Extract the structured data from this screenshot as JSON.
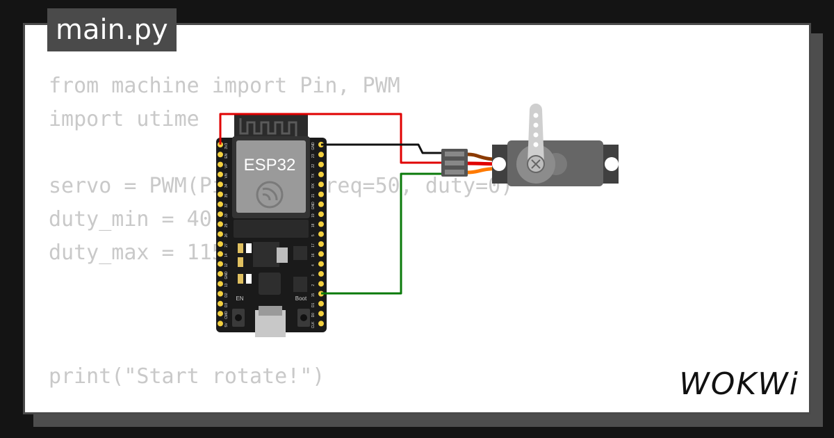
{
  "editor": {
    "filename": "main.py",
    "code_lines": [
      "from machine import Pin, PWM",
      "import utime",
      "",
      "servo = PWM(Pin(15), freq=50, duty=0)",
      "duty_min = 40",
      "duty_max = 115",
      "print(\"Start rotate!\")"
    ]
  },
  "board": {
    "label": "ESP32",
    "button_en": "EN",
    "button_boot": "Boot",
    "left_pins": [
      "3V3",
      "EN",
      "VP",
      "VN",
      "34",
      "35",
      "32",
      "33",
      "25",
      "26",
      "27",
      "14",
      "12",
      "GND",
      "13",
      "D2",
      "D3",
      "CMD",
      "5V"
    ],
    "right_pins": [
      "GND",
      "23",
      "22",
      "TX",
      "RX",
      "21",
      "GND",
      "19",
      "18",
      "5",
      "17",
      "16",
      "4",
      "0",
      "2",
      "15",
      "D1",
      "D0",
      "CLK"
    ]
  },
  "brand": {
    "logo": "WOKWi"
  },
  "colors": {
    "wire_red": "#e00000",
    "wire_black": "#111111",
    "wire_green": "#0a7a0a",
    "servo_orange": "#ff7a00",
    "servo_brown": "#8b3a00",
    "pin_gold": "#f3d03e"
  }
}
